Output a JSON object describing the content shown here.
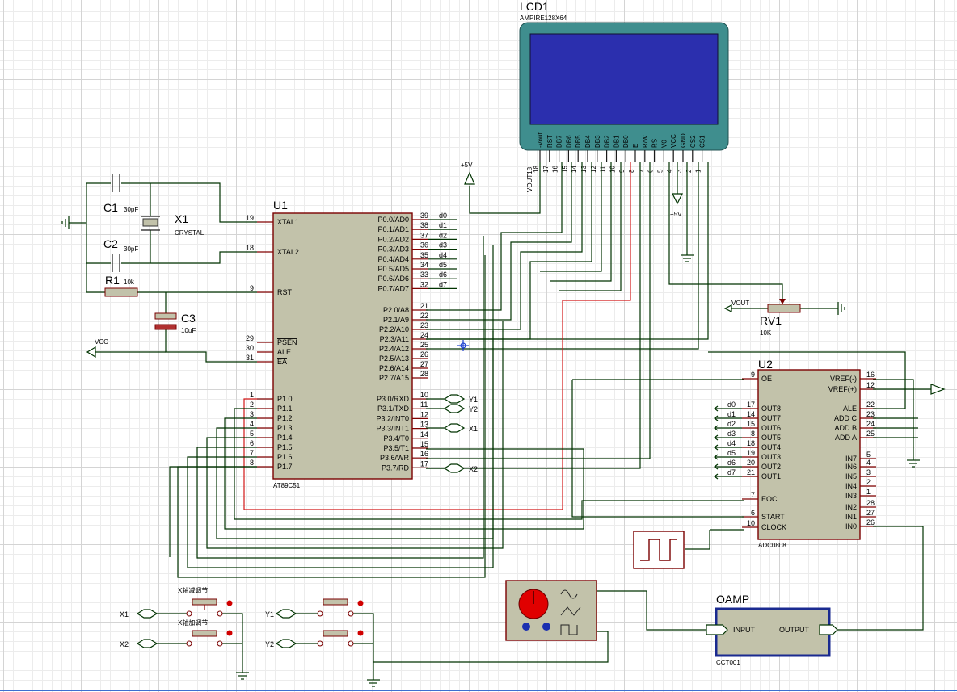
{
  "lcd": {
    "ref": "LCD1",
    "part": "AMPIRE128X64",
    "pins": [
      "-Vout",
      "RST",
      "DB7",
      "DB6",
      "DB5",
      "DB4",
      "DB3",
      "DB2",
      "DB1",
      "DB0",
      "E",
      "R/W",
      "RS",
      "V0",
      "VCC",
      "GND",
      "CS2",
      "CS1"
    ],
    "pin_numbers": [
      "18",
      "17",
      "16",
      "15",
      "14",
      "13",
      "12",
      "11",
      "10",
      "9",
      "8",
      "7",
      "6",
      "5",
      "4",
      "3",
      "2",
      "1"
    ],
    "vout_label": "VOUT18"
  },
  "power": {
    "plus5v_a": "+5V",
    "plus5v_b": "+5V",
    "vcc": "VCC",
    "vout": "VOUT"
  },
  "u1": {
    "ref": "U1",
    "part": "AT89C51",
    "left_pins": [
      {
        "num": "19",
        "name": "XTAL1"
      },
      {
        "num": "18",
        "name": "XTAL2"
      },
      {
        "num": "9",
        "name": "RST"
      },
      {
        "num": "29",
        "name": "PSEN"
      },
      {
        "num": "30",
        "name": "ALE"
      },
      {
        "num": "31",
        "name": "EA"
      },
      {
        "num": "1",
        "name": "P1.0"
      },
      {
        "num": "2",
        "name": "P1.1"
      },
      {
        "num": "3",
        "name": "P1.2"
      },
      {
        "num": "4",
        "name": "P1.3"
      },
      {
        "num": "5",
        "name": "P1.4"
      },
      {
        "num": "6",
        "name": "P1.5"
      },
      {
        "num": "7",
        "name": "P1.6"
      },
      {
        "num": "8",
        "name": "P1.7"
      }
    ],
    "right_pins": [
      {
        "num": "39",
        "name": "P0.0/AD0",
        "net": "d0"
      },
      {
        "num": "38",
        "name": "P0.1/AD1",
        "net": "d1"
      },
      {
        "num": "37",
        "name": "P0.2/AD2",
        "net": "d2"
      },
      {
        "num": "36",
        "name": "P0.3/AD3",
        "net": "d3"
      },
      {
        "num": "35",
        "name": "P0.4/AD4",
        "net": "d4"
      },
      {
        "num": "34",
        "name": "P0.5/AD5",
        "net": "d5"
      },
      {
        "num": "33",
        "name": "P0.6/AD6",
        "net": "d6"
      },
      {
        "num": "32",
        "name": "P0.7/AD7",
        "net": "d7"
      },
      {
        "num": "21",
        "name": "P2.0/A8",
        "net": ""
      },
      {
        "num": "22",
        "name": "P2.1/A9",
        "net": ""
      },
      {
        "num": "23",
        "name": "P2.2/A10",
        "net": ""
      },
      {
        "num": "24",
        "name": "P2.3/A11",
        "net": ""
      },
      {
        "num": "25",
        "name": "P2.4/A12",
        "net": ""
      },
      {
        "num": "26",
        "name": "P2.5/A13",
        "net": ""
      },
      {
        "num": "27",
        "name": "P2.6/A14",
        "net": ""
      },
      {
        "num": "28",
        "name": "P2.7/A15",
        "net": ""
      },
      {
        "num": "10",
        "name": "P3.0/RXD",
        "net": "Y1"
      },
      {
        "num": "11",
        "name": "P3.1/TXD",
        "net": "Y2"
      },
      {
        "num": "12",
        "name": "P3.2/INT0",
        "net": ""
      },
      {
        "num": "13",
        "name": "P3.3/INT1",
        "net": "X1"
      },
      {
        "num": "14",
        "name": "P3.4/T0",
        "net": ""
      },
      {
        "num": "15",
        "name": "P3.5/T1",
        "net": ""
      },
      {
        "num": "16",
        "name": "P3.6/WR",
        "net": ""
      },
      {
        "num": "17",
        "name": "P3.7/RD",
        "net": "X2"
      }
    ]
  },
  "crystal": {
    "c1_ref": "C1",
    "c1_val": "30pF",
    "c2_ref": "C2",
    "c2_val": "30pF",
    "x1_ref": "X1",
    "x1_val": "CRYSTAL"
  },
  "reset": {
    "r1_ref": "R1",
    "r1_val": "10k",
    "c3_ref": "C3",
    "c3_val": "10uF"
  },
  "rv1": {
    "ref": "RV1",
    "val": "10K"
  },
  "u2": {
    "ref": "U2",
    "part": "ADC0808",
    "left_pins": [
      {
        "num": "9",
        "name": "OE"
      },
      {
        "num": "17",
        "name": "OUT8",
        "net": "d0"
      },
      {
        "num": "14",
        "name": "OUT7",
        "net": "d1"
      },
      {
        "num": "15",
        "name": "OUT6",
        "net": "d2"
      },
      {
        "num": "8",
        "name": "OUT5",
        "net": "d3"
      },
      {
        "num": "18",
        "name": "OUT4",
        "net": "d4"
      },
      {
        "num": "19",
        "name": "OUT3",
        "net": "d5"
      },
      {
        "num": "20",
        "name": "OUT2",
        "net": "d6"
      },
      {
        "num": "21",
        "name": "OUT1",
        "net": "d7"
      },
      {
        "num": "7",
        "name": "EOC"
      },
      {
        "num": "6",
        "name": "START"
      },
      {
        "num": "10",
        "name": "CLOCK"
      }
    ],
    "right_pins": [
      {
        "num": "16",
        "name": "VREF(-)"
      },
      {
        "num": "12",
        "name": "VREF(+)"
      },
      {
        "num": "22",
        "name": "ALE"
      },
      {
        "num": "23",
        "name": "ADD C"
      },
      {
        "num": "24",
        "name": "ADD B"
      },
      {
        "num": "25",
        "name": "ADD A"
      },
      {
        "num": "5",
        "name": "IN7"
      },
      {
        "num": "4",
        "name": "IN6"
      },
      {
        "num": "3",
        "name": "IN5"
      },
      {
        "num": "2",
        "name": "IN4"
      },
      {
        "num": "1",
        "name": "IN3"
      },
      {
        "num": "28",
        "name": "IN2"
      },
      {
        "num": "27",
        "name": "IN1"
      },
      {
        "num": "26",
        "name": "IN0"
      }
    ]
  },
  "oamp": {
    "ref": "OAMP",
    "part": "CCT001",
    "input": "INPUT",
    "output": "OUTPUT"
  },
  "buttons": {
    "x_dec": "X轴减调节",
    "x_inc": "X轴加调节",
    "x1": "X1",
    "x2": "X2",
    "y1": "Y1",
    "y2": "Y2"
  }
}
